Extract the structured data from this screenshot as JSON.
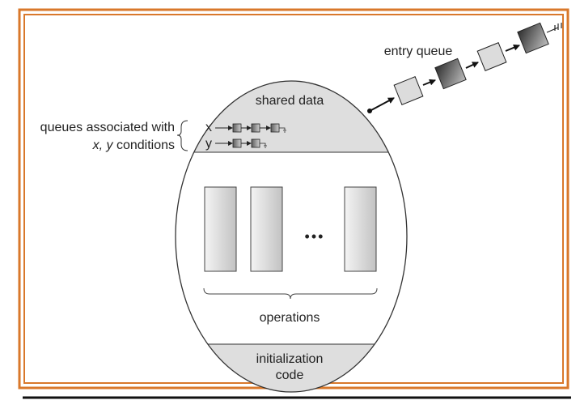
{
  "diagram": {
    "shared_data_label": "shared data",
    "operations_label": "operations",
    "ellipsis": "•••",
    "initialization_label_line1": "initialization",
    "initialization_label_line2": "code",
    "entry_queue_label": "entry queue",
    "queues_label_line1": "queues associated with",
    "queues_label_line2_vars": "x, y",
    "queues_label_line2_rest": " conditions",
    "var_x": "x",
    "var_y": "y"
  },
  "colors": {
    "frame_orange": "#d9782b",
    "bottom_rule": "#111111",
    "shaded_region": "#dedede",
    "outline": "#333333",
    "operation_fill_light": "#f2f2f2",
    "operation_fill_dark": "#c4c4c4",
    "queue_node_light": "#dcdcdc",
    "queue_node_dark": "#5a5a5a"
  }
}
